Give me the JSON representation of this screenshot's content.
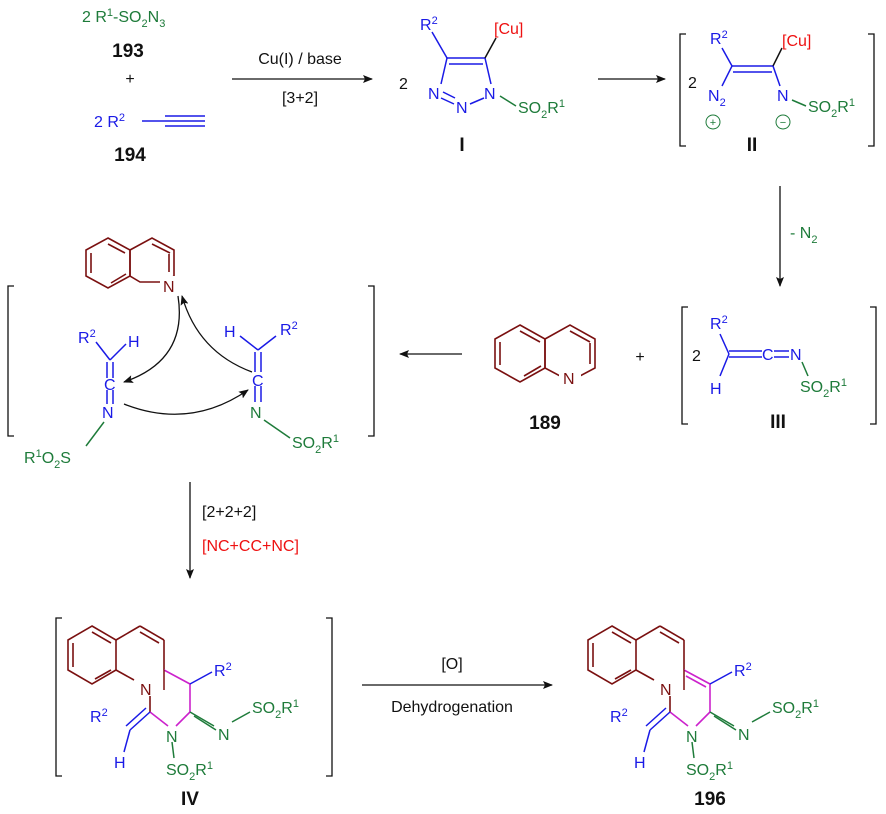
{
  "colors": {
    "green": "#1e7b3a",
    "blue": "#1a1ae6",
    "red": "#ee1111",
    "maroon": "#7a1010",
    "magenta": "#cc22cc",
    "black": "#111111"
  },
  "reagents": {
    "azide_coef": "2",
    "azide_r": "R",
    "azide_sup": "1",
    "azide_so": "-SO",
    "azide_sub": "2",
    "azide_n3": "N",
    "azide_n3_sub": "3",
    "azide_num": "193",
    "plus": "+",
    "alkyne_coef": "2",
    "alkyne_r": "R",
    "alkyne_sup": "2",
    "alkyne_num": "194"
  },
  "step1": {
    "above": "Cu(I) / base",
    "below": "[3+2]"
  },
  "triazole": {
    "coef": "2",
    "r": "R",
    "r_sup": "2",
    "cu": "[Cu]",
    "n": "N",
    "n1": "N",
    "n2": "N",
    "so": "SO",
    "so_sub": "2",
    "so_r": "R",
    "so_sup": "1",
    "label": "I"
  },
  "diazo": {
    "coef": "2",
    "r": "R",
    "r_sup": "2",
    "cu": "[Cu]",
    "n2": "N",
    "n2_sub": "2",
    "plus": "+",
    "n": "N",
    "minus": "−",
    "so": "SO",
    "so_sub": "2",
    "so_r": "R",
    "so_sup": "1",
    "label": "II"
  },
  "step2": {
    "reagent": "- N",
    "reagent_sub": "2"
  },
  "ketenimine": {
    "coef": "2",
    "r": "R",
    "r_sup": "2",
    "h": "H",
    "c": "C",
    "n": "N",
    "so": "SO",
    "so_sub": "2",
    "so_r": "R",
    "so_sup": "1",
    "label": "III"
  },
  "quinoline": {
    "n": "N",
    "num": "189",
    "plus": "+"
  },
  "complex": {
    "qn": "N",
    "left_r": "R",
    "left_r_sup": "2",
    "left_h": "H",
    "left_c": "C",
    "left_n": "N",
    "left_so_r": "R",
    "left_so_sup": "1",
    "left_so": "O",
    "left_so_sub": "2",
    "left_s": "S",
    "right_h": "H",
    "right_r": "R",
    "right_r_sup": "2",
    "right_c": "C",
    "right_n": "N",
    "right_so": "SO",
    "right_so_sub": "2",
    "right_so_r": "R",
    "right_so_sup": "1"
  },
  "step3": {
    "line1": "[2+2+2]",
    "line2": "[NC+CC+NC]"
  },
  "int_iv": {
    "n_ring": "N",
    "r": "R",
    "r_sup": "2",
    "n_imine": "N",
    "so": "SO",
    "so_sub": "2",
    "so_r": "R",
    "so_sup": "1",
    "left_r": "R",
    "left_r_sup": "2",
    "h": "H",
    "n_amide": "N",
    "so2": "SO",
    "so2_sub": "2",
    "so2_r": "R",
    "so2_sup": "1",
    "label": "IV"
  },
  "step4": {
    "above": "[O]",
    "below": "Dehydrogenation"
  },
  "product": {
    "n_ring": "N",
    "r": "R",
    "r_sup": "2",
    "n_imine": "N",
    "so": "SO",
    "so_sub": "2",
    "so_r": "R",
    "so_sup": "1",
    "left_r": "R",
    "left_r_sup": "2",
    "h": "H",
    "n_amide": "N",
    "so2": "SO",
    "so2_sub": "2",
    "so2_r": "R",
    "so2_sup": "1",
    "num": "196"
  }
}
